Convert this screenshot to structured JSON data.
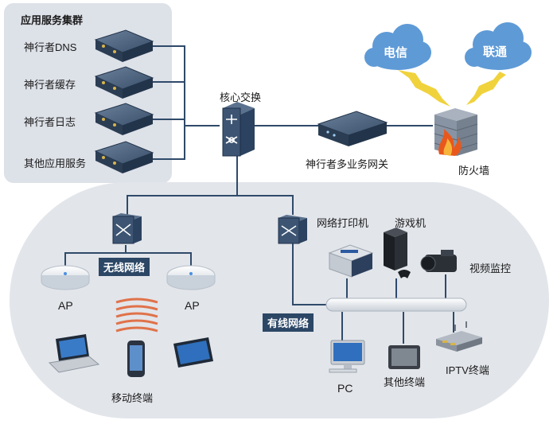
{
  "cluster": {
    "title": "应用服务集群",
    "servers": [
      "神行者DNS",
      "神行者缓存",
      "神行者日志",
      "其他应用服务"
    ]
  },
  "core_switch": "核心交换",
  "gateway": "神行者多业务网关",
  "firewall": "防火墙",
  "isps": [
    "电信",
    "联通"
  ],
  "wireless": {
    "tag": "无线网络",
    "ap_left": "AP",
    "ap_right": "AP",
    "mobile": "移动终端"
  },
  "wired": {
    "tag": "有线网络",
    "printer": "网络打印机",
    "game": "游戏机",
    "camera": "视频监控",
    "pc": "PC",
    "other": "其他终端",
    "iptv": "IPTV终端"
  },
  "colors": {
    "cluster_bg": "#dde1e8",
    "lan_bg": "#e2e5ea",
    "line": "#2f4a6a",
    "cloud": "#5e9ad6",
    "lightning": "#f0d23c",
    "tag_bg": "#2c4766"
  }
}
